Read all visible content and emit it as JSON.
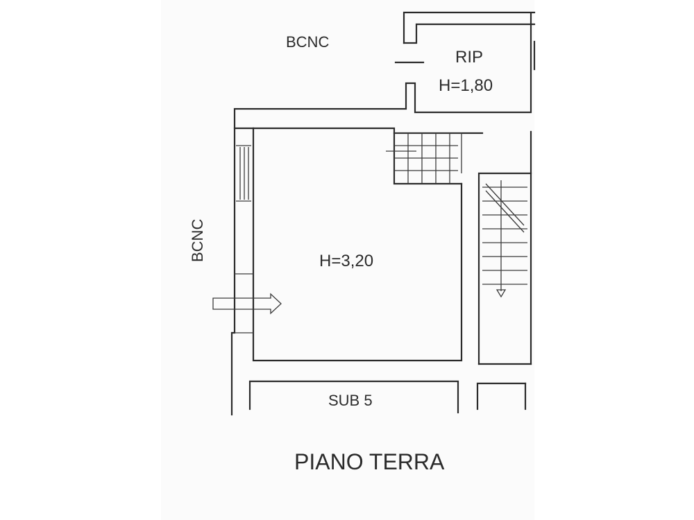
{
  "plan": {
    "labels": {
      "bcnc_top": "BCNC",
      "rip": "RIP",
      "rip_height": "H=1,80",
      "bcnc_left": "BCNC",
      "room_height": "H=3,20",
      "sub": "SUB 5",
      "floor_title": "PIANO TERRA"
    }
  }
}
